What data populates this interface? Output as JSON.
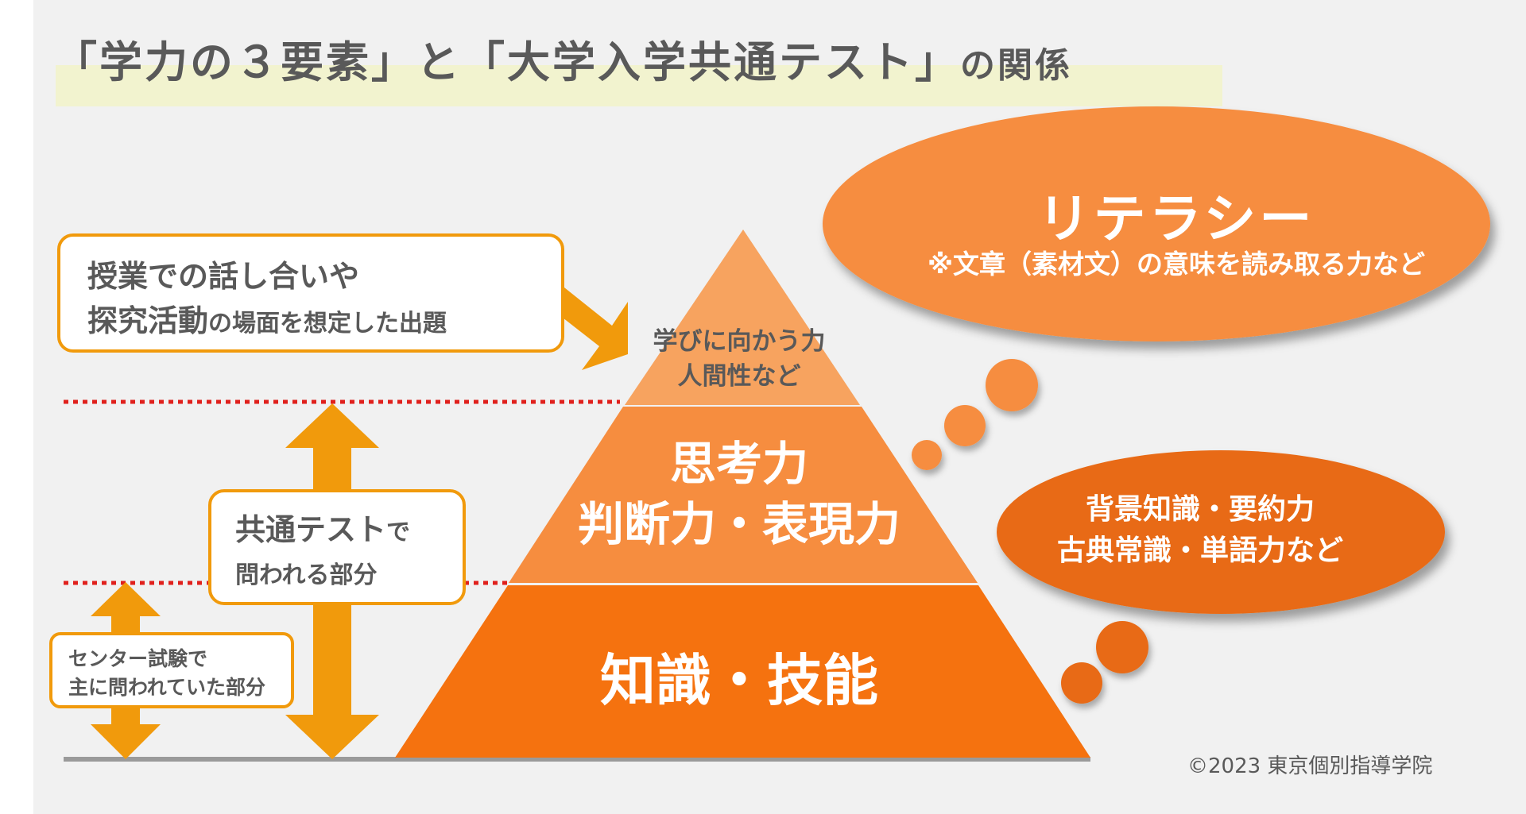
{
  "title": {
    "part1": "「学力の３要素」と「大学入学共通テスト」",
    "part2": "の関係"
  },
  "pyramid": {
    "top": {
      "line1": "学びに向かう力",
      "line2": "人間性など"
    },
    "middle": {
      "line1": "思考力",
      "line2": "判断力・表現力"
    },
    "bottom": {
      "label": "知識・技能"
    }
  },
  "callouts": {
    "discussion": {
      "line1": "授業での話し合いや",
      "line2_bold": "探究活動",
      "line2_rest": "の場面を想定した出題"
    },
    "common_test": {
      "line1_bold": "共通テスト",
      "line1_rest": "で",
      "line2": "問われる部分"
    },
    "center_exam": {
      "line1": "センター試験で",
      "line2": "主に問われていた部分"
    }
  },
  "bubbles": {
    "literacy": {
      "title": "リテラシー",
      "note": "※文章（素材文）の意味を読み取る力など"
    },
    "knowledge": {
      "line1": "背景知識・要約力",
      "line2": "古典常識・単語力など"
    }
  },
  "footer": {
    "copyright": "©2023 東京個別指導学院"
  },
  "colors": {
    "pyramid_top": "#f7a35f",
    "pyramid_middle": "#f68d3f",
    "pyramid_bottom": "#f5720f",
    "bubble_large": "#f68d3f",
    "bubble_small": "#e86a14",
    "arrow": "#f19a0c",
    "dotted_line": "#e0201c",
    "baseline": "#9a9a9a",
    "title_highlight": "#f2f3cf",
    "text_gray": "#595959"
  }
}
